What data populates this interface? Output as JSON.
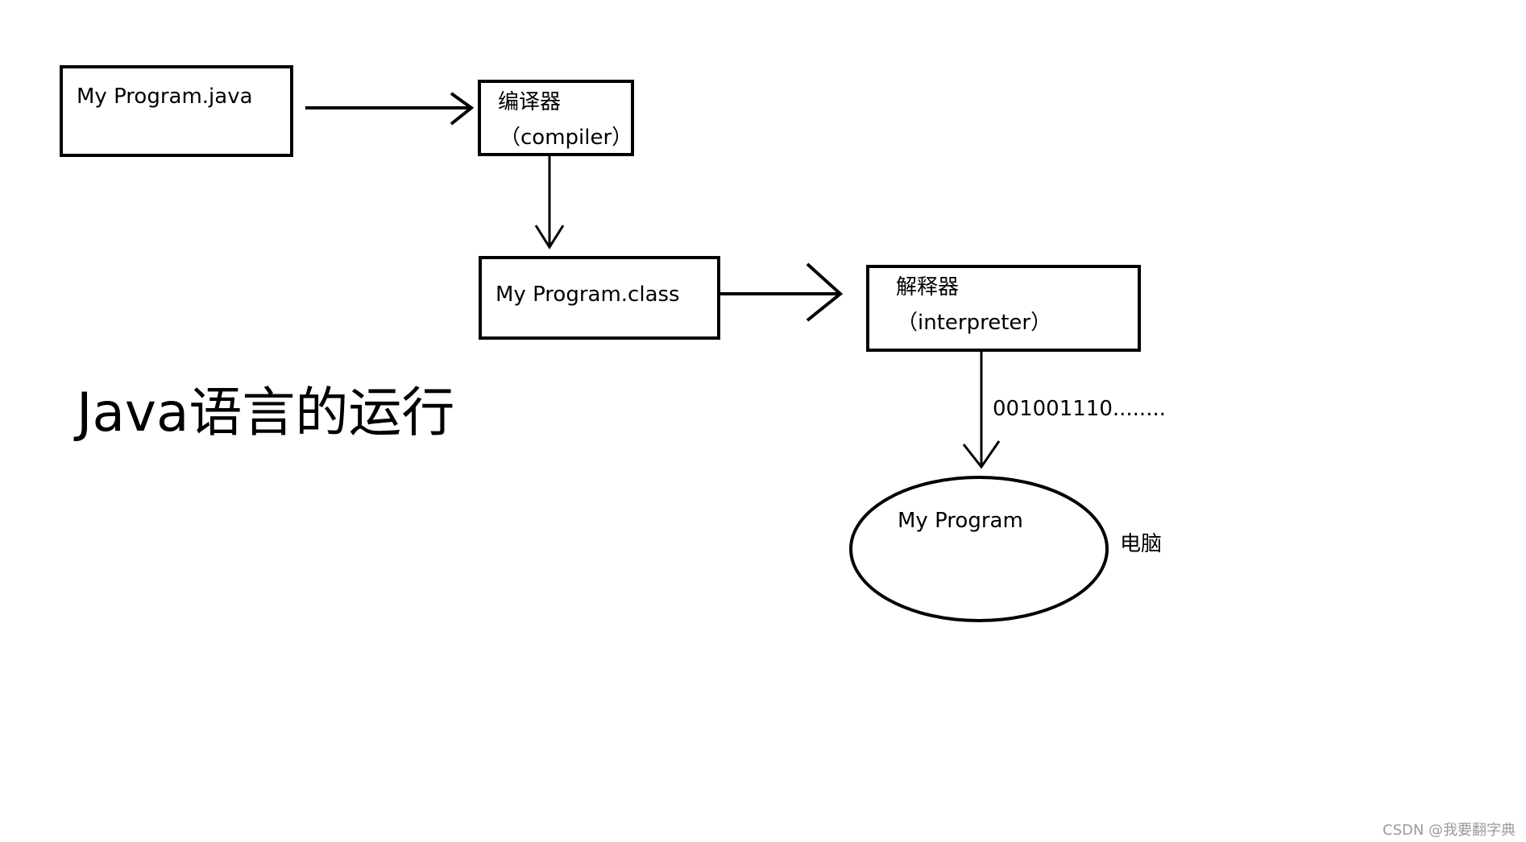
{
  "source_box": {
    "label": "My Program.java"
  },
  "compiler_box": {
    "label_cn": "编译器",
    "label_en": "（compiler）"
  },
  "class_box": {
    "label": "My Program.class"
  },
  "interpreter_box": {
    "label_cn": "解释器",
    "label_en": "（interpreter）"
  },
  "binary_label": "001001110........",
  "program_ellipse": {
    "label": "My Program",
    "side_label": "电脑"
  },
  "title": "Java语言的运行",
  "watermark": "CSDN @我要翻字典"
}
